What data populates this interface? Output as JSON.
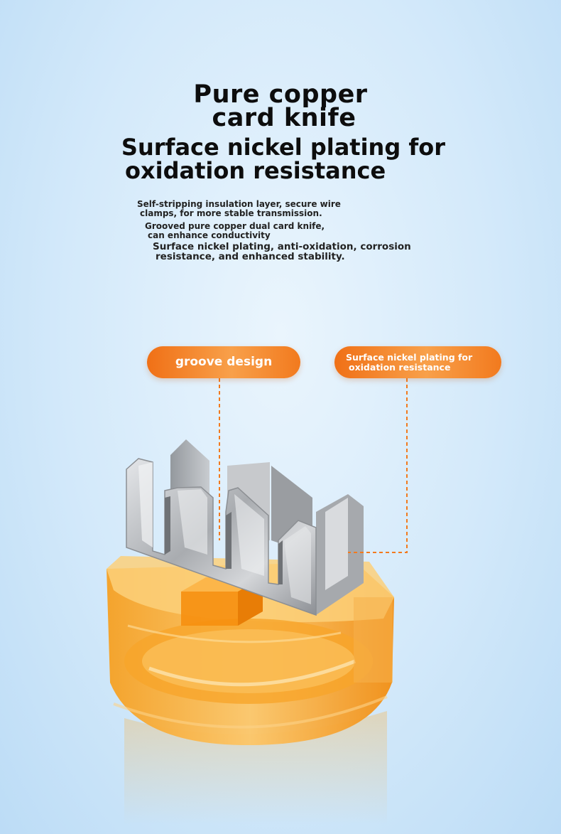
{
  "headline": {
    "line1": "Pure copper",
    "line2": "card knife",
    "line3": "Surface nickel plating for",
    "line4": "oxidation resistance"
  },
  "features": [
    {
      "line1": "Self-stripping insulation layer, secure wire",
      "line2": "clamps, for more stable transmission."
    },
    {
      "line1": "Grooved pure copper dual card knife,",
      "line2": "can enhance conductivity"
    },
    {
      "line1": "Surface nickel plating, anti-oxidation, corrosion",
      "line2": "resistance, and enhanced stability."
    }
  ],
  "callouts": {
    "left": {
      "label": "groove design"
    },
    "right": {
      "line1": "Surface nickel plating for",
      "line2": "oxidation resistance"
    }
  },
  "colors": {
    "accent": "#f27a1e",
    "background": "#d3e9fa",
    "resin": "#f8a21a",
    "metal": "#b7b9bc"
  },
  "icons": [
    "copper-card-knife-illustration"
  ]
}
